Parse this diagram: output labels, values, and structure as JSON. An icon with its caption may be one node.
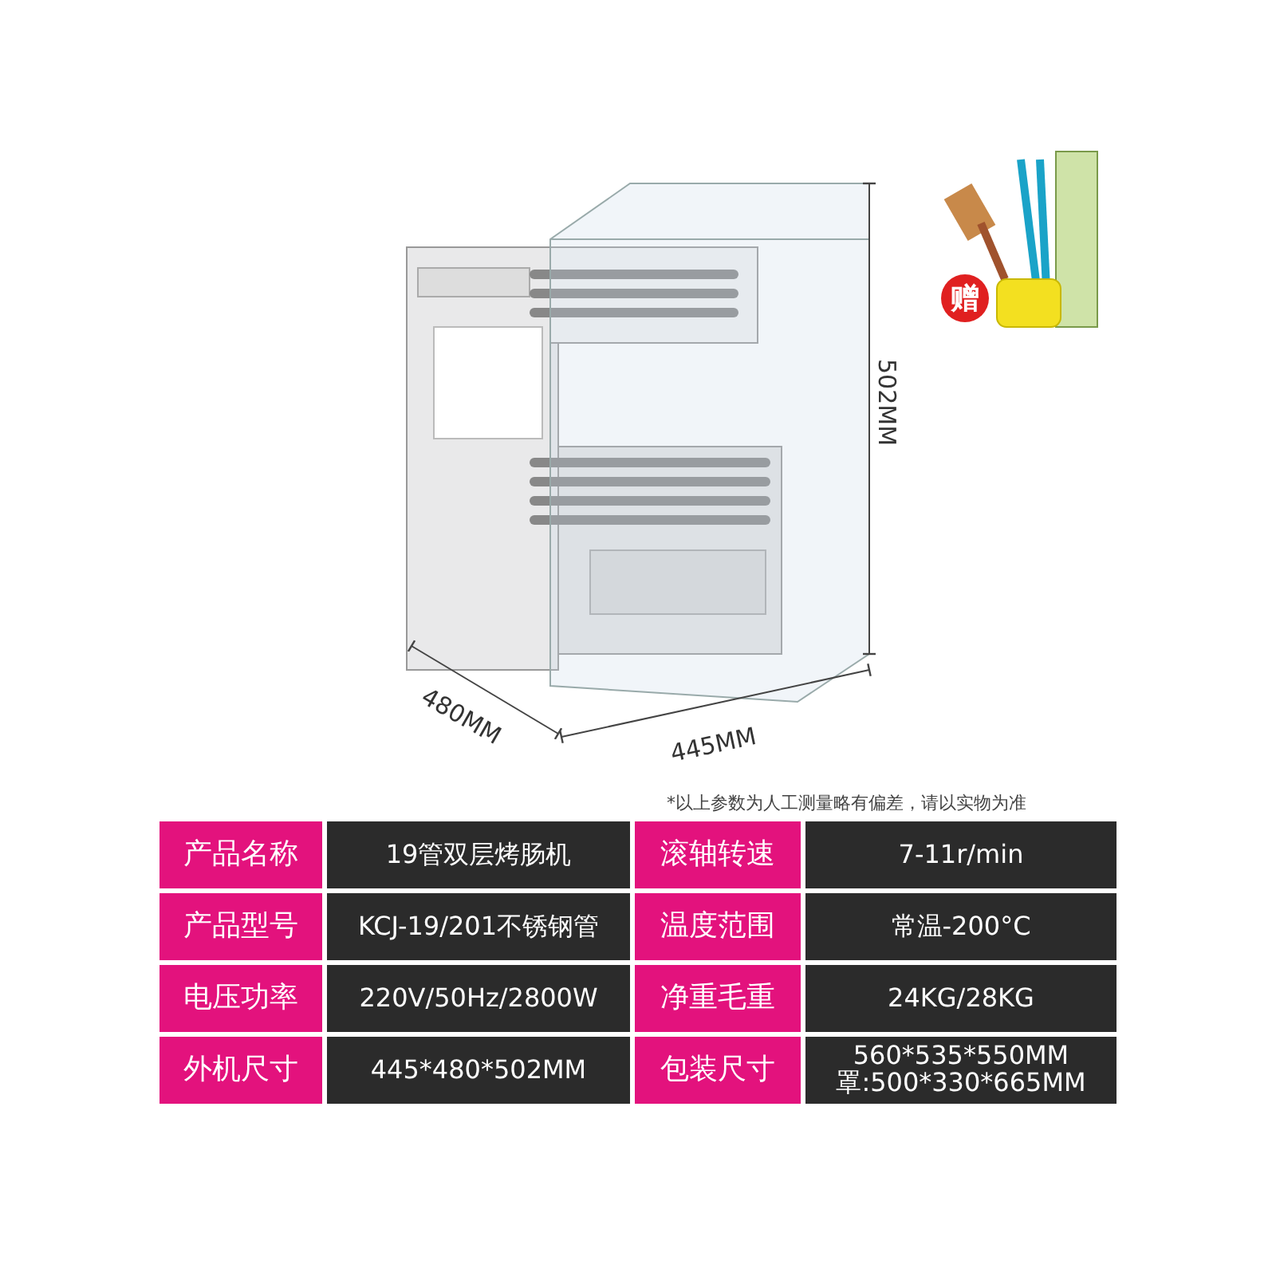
{
  "diagram": {
    "labels": [
      "502MM",
      "480MM",
      "445MM",
      "赠",
      "*以上参数为人工测量略有偏差，请以实物为准",
      "产品名称",
      "19管双层烤肠机",
      "滚轴转速",
      "7-11r/min",
      "产品型号",
      "KCJ-19/201不锈钢管",
      "温度范围",
      "常温-200°C",
      "电压功率",
      "220V/50Hz/2800W",
      "净重毛重",
      "24KG/28KG",
      "外机尺寸",
      "445*480*502MM",
      "包装尺寸",
      "560*535*550MM 罩:500*330*665MM"
    ]
  }
}
